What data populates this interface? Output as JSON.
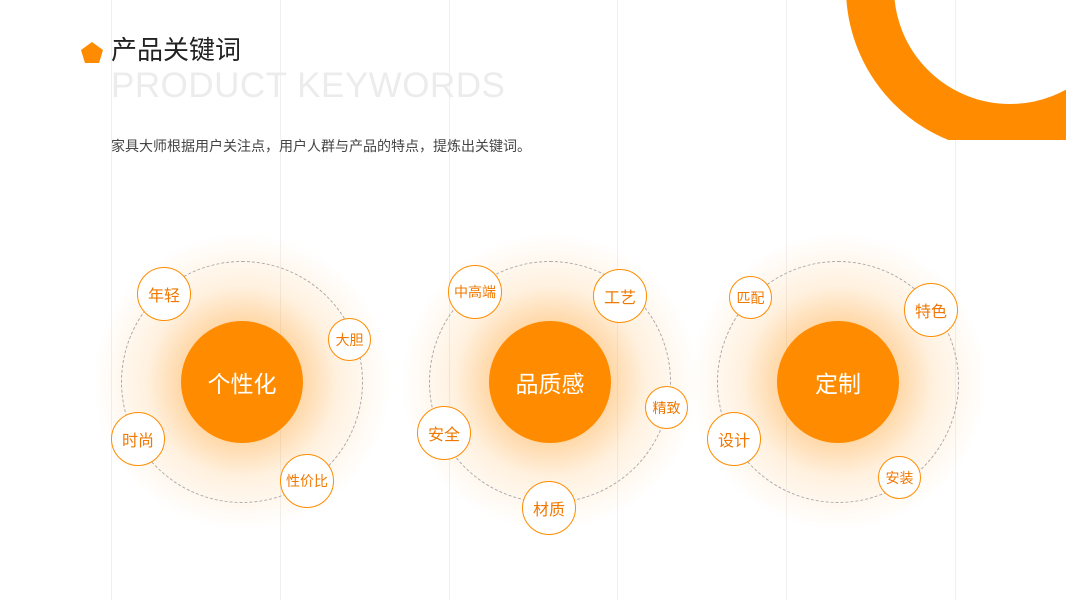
{
  "header": {
    "title": "产品关键词",
    "subtitle_en": "PRODUCT KEYWORDS",
    "description": "家具大师根据用户关注点，用户人群与产品的特点，提炼出关键词。"
  },
  "accent_color": "#ff8c00",
  "clusters": [
    {
      "core": "个性化",
      "keywords": [
        "年轻",
        "大胆",
        "时尚",
        "性价比"
      ]
    },
    {
      "core": "品质感",
      "keywords": [
        "中高端",
        "工艺",
        "精致",
        "安全",
        "材质"
      ]
    },
    {
      "core": "定制",
      "keywords": [
        "匹配",
        "特色",
        "设计",
        "安装"
      ]
    }
  ]
}
